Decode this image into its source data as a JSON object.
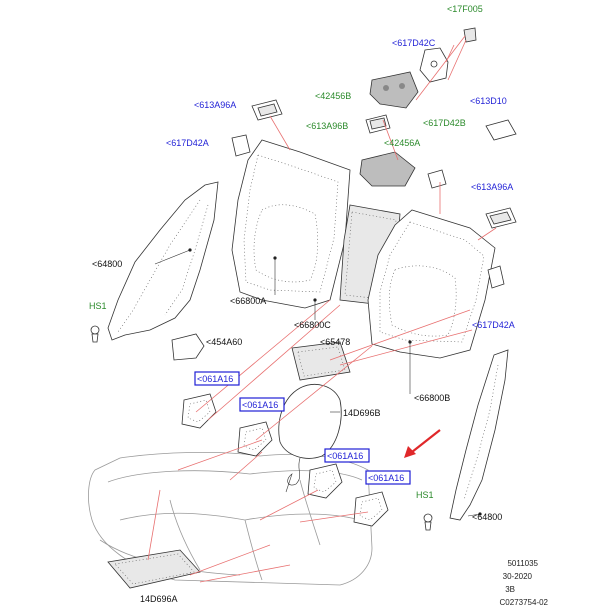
{
  "callouts": {
    "c_17f005": "<17F005",
    "c_617d42c": "<617D42C",
    "c_42456b": "<42456B",
    "c_613a96a_top": "<613A96A",
    "c_613d10": "<613D10",
    "c_617d42a_left": "<617D42A",
    "c_613a96b": "<613A96B",
    "c_617d42b": "<617D42B",
    "c_42456a": "<42456A",
    "c_613a96a_right": "<613A96A",
    "c_64800_left": "<64800",
    "c_hs1_left": "HS1",
    "c_66800a": "<66800A",
    "c_66800c": "<66800C",
    "c_617d42a_right": "<617D42A",
    "c_454a60": "<454A60",
    "c_65478": "<65478",
    "c_66800b": "<66800B",
    "c_061a16_1": "<061A16",
    "c_061a16_2": "<061A16",
    "c_14d696b": "14D696B",
    "c_061a16_3": "<061A16",
    "c_061a16_4": "<061A16",
    "c_hs1_right": "HS1",
    "c_64800_right": "<64800",
    "c_14d696a": "14D696A"
  },
  "footer": {
    "line1": "5011035",
    "line2": "30-2020",
    "line3": "3B",
    "line4": "C0273754-02"
  },
  "colors": {
    "callout_blue": "#1f1fd6",
    "callout_green": "#2b8a2b",
    "arrow_red": "#e0282a",
    "leader_red": "#e87070"
  }
}
